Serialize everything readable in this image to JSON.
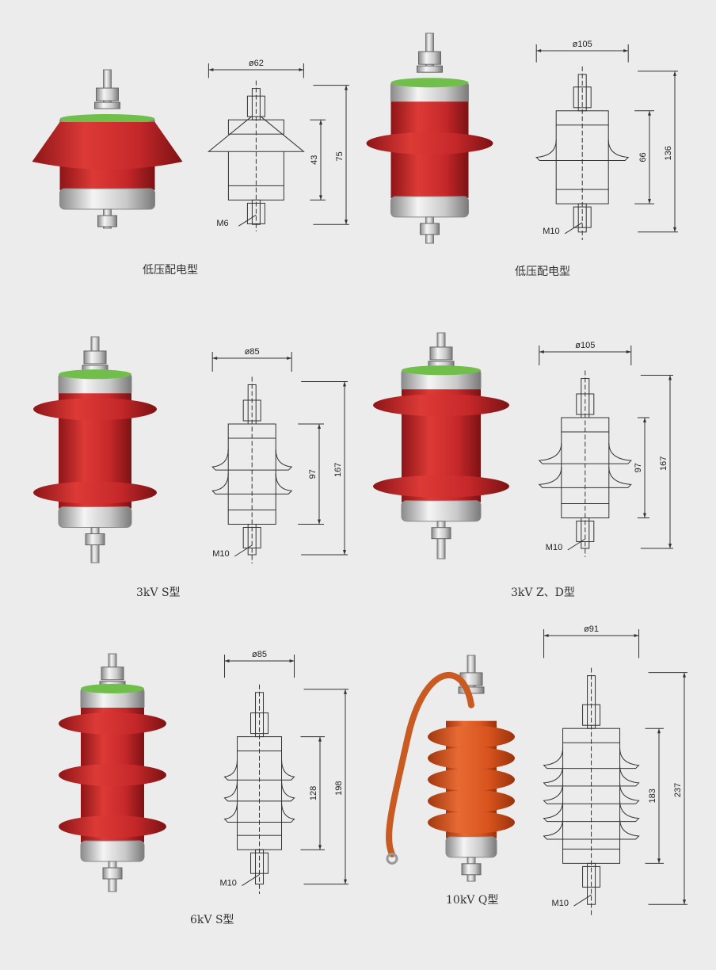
{
  "colors": {
    "background": "#ececec",
    "red": "#c8262a",
    "orange": "#d9541e",
    "line": "#333333"
  },
  "products": [
    {
      "caption": "低压配电型",
      "diameter": "ø62",
      "inner_height": "43",
      "overall_height": "75",
      "thread": "M6"
    },
    {
      "caption": "低压配电型",
      "diameter": "ø105",
      "inner_height": "66",
      "overall_height": "136",
      "thread": "M10"
    },
    {
      "caption": "3kV S型",
      "diameter": "ø85",
      "inner_height": "97",
      "overall_height": "167",
      "thread": "M10"
    },
    {
      "caption": "3kV Z、D型",
      "diameter": "ø105",
      "inner_height": "97",
      "overall_height": "167",
      "thread": "M10"
    },
    {
      "caption": "6kV S型",
      "diameter": "ø85",
      "inner_height": "128",
      "overall_height": "198",
      "thread": "M10"
    },
    {
      "caption": "10kV Q型",
      "diameter": "ø91",
      "inner_height": "183",
      "overall_height": "237",
      "thread": "M10"
    }
  ]
}
